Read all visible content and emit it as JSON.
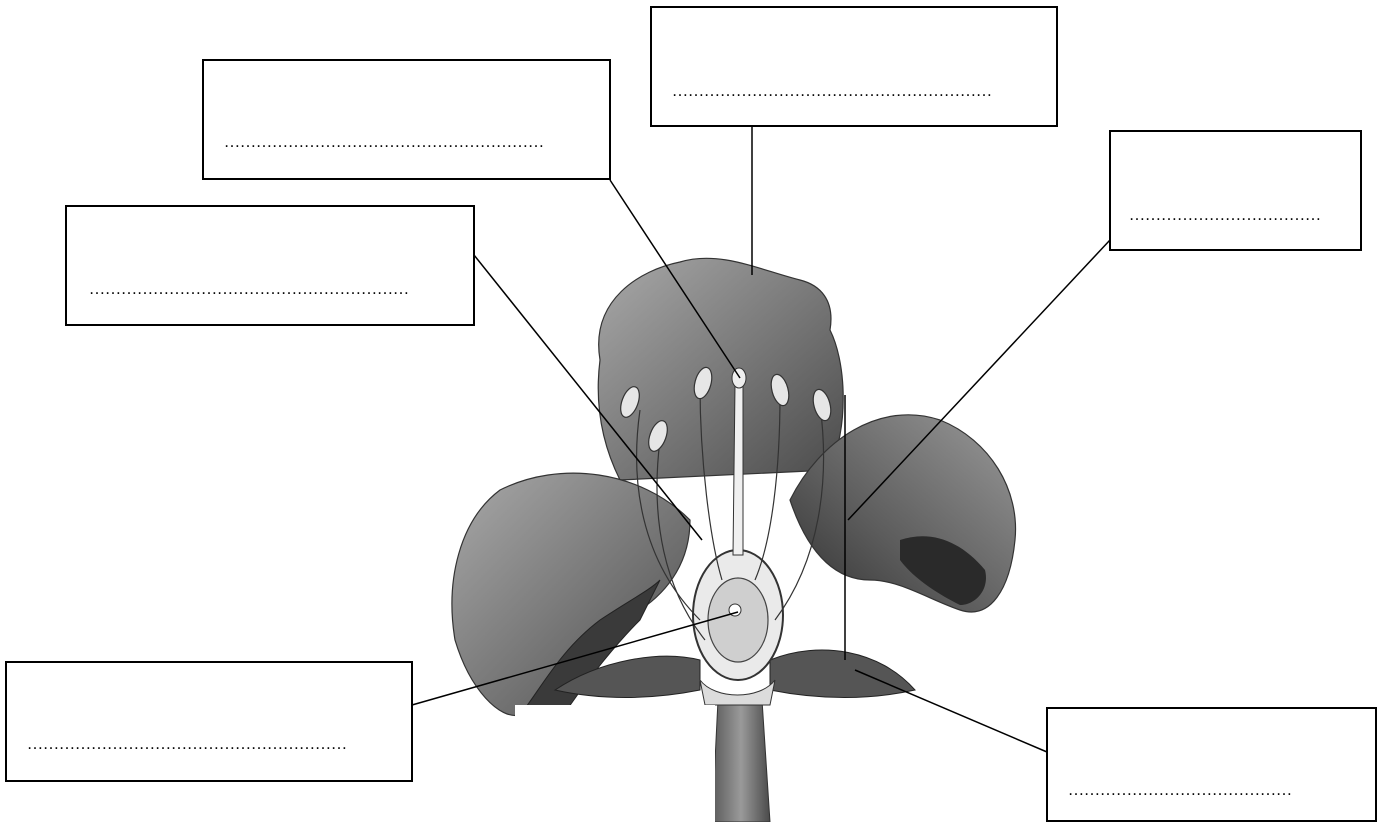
{
  "labels": [
    {
      "id": "label-top",
      "text": "……………………………………………………"
    },
    {
      "id": "label-upper-left",
      "text": "……………………………………………………"
    },
    {
      "id": "label-left",
      "text": "……………………………………………………"
    },
    {
      "id": "label-right",
      "text": "………………………………"
    },
    {
      "id": "label-bottom-left",
      "text": "……………………………………………………"
    },
    {
      "id": "label-bottom-right",
      "text": "……………………………………"
    }
  ]
}
